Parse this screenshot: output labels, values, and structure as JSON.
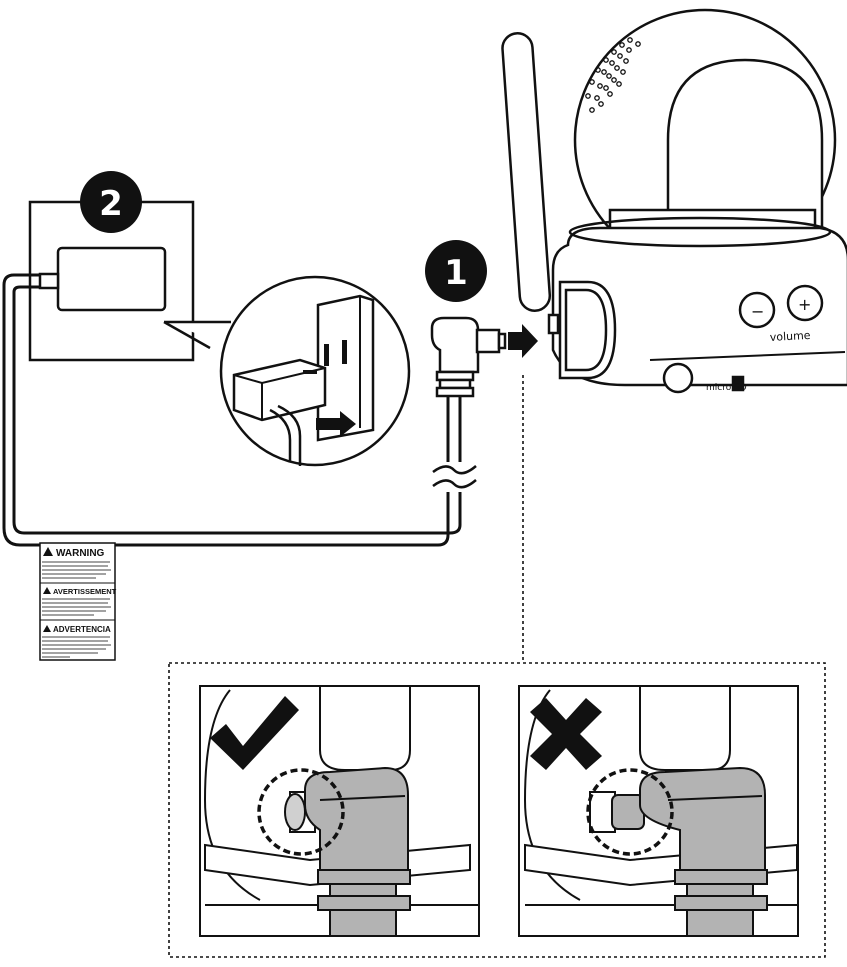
{
  "steps": [
    {
      "number": "1"
    },
    {
      "number": "2"
    }
  ],
  "camera": {
    "volume_label": "volume",
    "minus_symbol": "−",
    "plus_symbol": "+",
    "microsd_label": "micro SD"
  },
  "warning_label": {
    "sections": [
      {
        "heading": "WARNING",
        "icon": "warning-triangle-icon"
      },
      {
        "heading": "AVERTISSEMENT",
        "icon": "warning-triangle-icon"
      },
      {
        "heading": "ADVERTENCIA",
        "icon": "warning-triangle-icon"
      }
    ]
  },
  "detail_panels": [
    {
      "status": "correct",
      "mark_icon": "check-mark-icon"
    },
    {
      "status": "incorrect",
      "mark_icon": "x-mark-icon"
    }
  ],
  "colors": {
    "line": "#111111",
    "plug_fill": "#b3b3b3",
    "arrow": "#111111",
    "badge": "#111111"
  }
}
